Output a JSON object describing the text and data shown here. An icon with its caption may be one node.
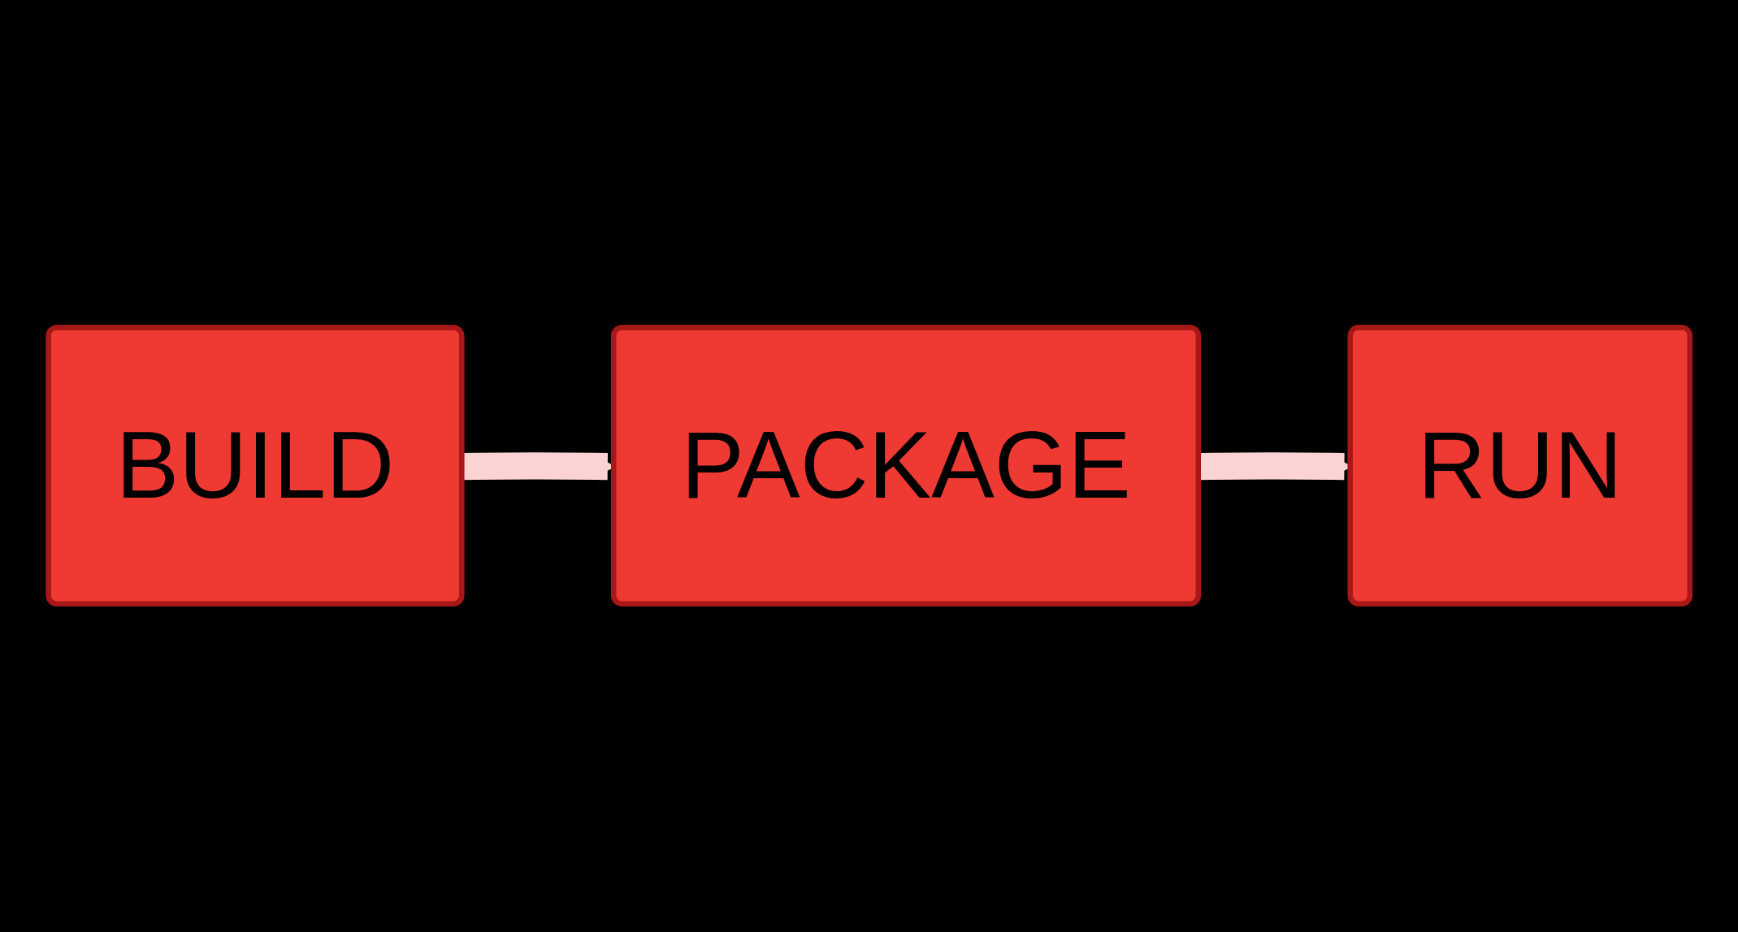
{
  "diagram": {
    "nodes": [
      {
        "text": [
          "BUILD"
        ]
      },
      {
        "text": [
          "PACKAGE"
        ]
      },
      {
        "text": [
          "RUN"
        ]
      }
    ],
    "edges": [
      {
        "from": 0,
        "to": 1,
        "arrow": "to"
      },
      {
        "from": 1,
        "to": 2,
        "arrow": "to"
      }
    ]
  }
}
